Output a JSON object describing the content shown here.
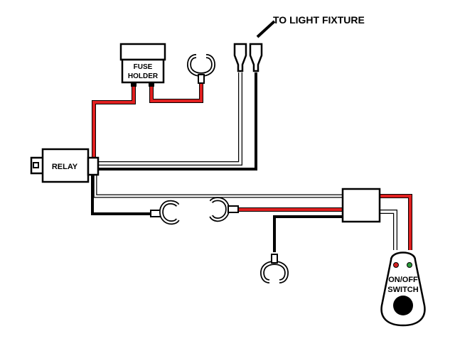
{
  "labels": {
    "light_fixture": "TO LIGHT FIXTURE",
    "fuse_line1": "FUSE",
    "fuse_line2": "HOLDER",
    "relay": "RELAY",
    "switch_line1": "ON/OFF",
    "switch_line2": "SWITCH"
  },
  "colors": {
    "wire_red": "#e02020",
    "wire_black": "#000000",
    "wire_white": "#ffffff",
    "indicator_red": "#d42020",
    "indicator_green": "#2a9a3a"
  },
  "icons": [
    "relay",
    "fuse-holder",
    "ring-terminal",
    "spade-terminal",
    "connector-box",
    "rocker-switch"
  ]
}
